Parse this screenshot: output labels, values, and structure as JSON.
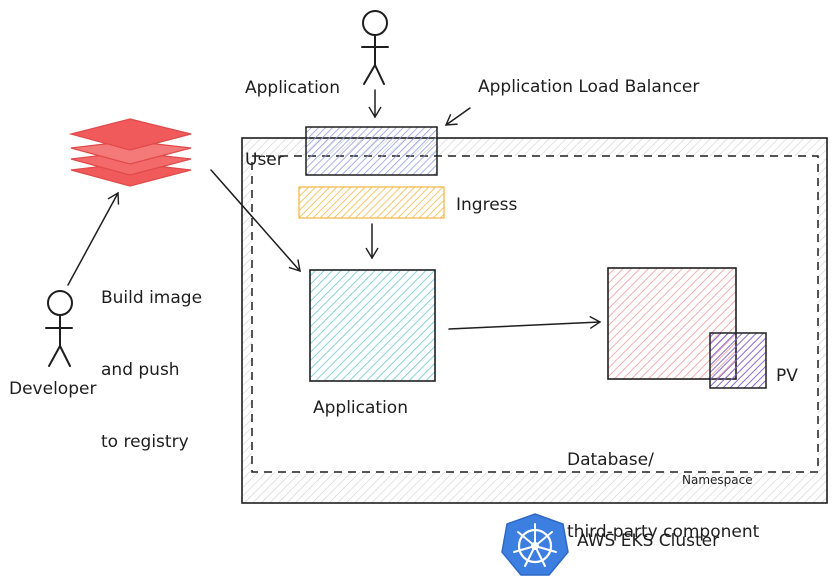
{
  "labels": {
    "app_user_line1": "Application",
    "app_user_line2": "User",
    "alb": "Application Load Balancer",
    "ingress": "Ingress",
    "build_line1": "Build image",
    "build_line2": "and push",
    "build_line3": "to registry",
    "developer": "Developer",
    "application": "Application",
    "database_line1": "Database/",
    "database_line2": "third-party component",
    "pv": "PV",
    "namespace": "Namespace",
    "cluster": "AWS EKS Cluster"
  },
  "colors": {
    "stroke": "#1e1e1e",
    "registry": "#f05a5a",
    "alb": "#8ea0e6",
    "ingress": "#f4c15a",
    "application": "#7ccdd6",
    "database": "#f4a6a6",
    "pv": "#7b5cd6",
    "k8s": "#3d7fe0"
  },
  "icons": {
    "registry": "stacked-layers-icon",
    "app_user": "stick-figure-icon",
    "developer": "stick-figure-icon",
    "cluster": "kubernetes-helm-icon"
  }
}
